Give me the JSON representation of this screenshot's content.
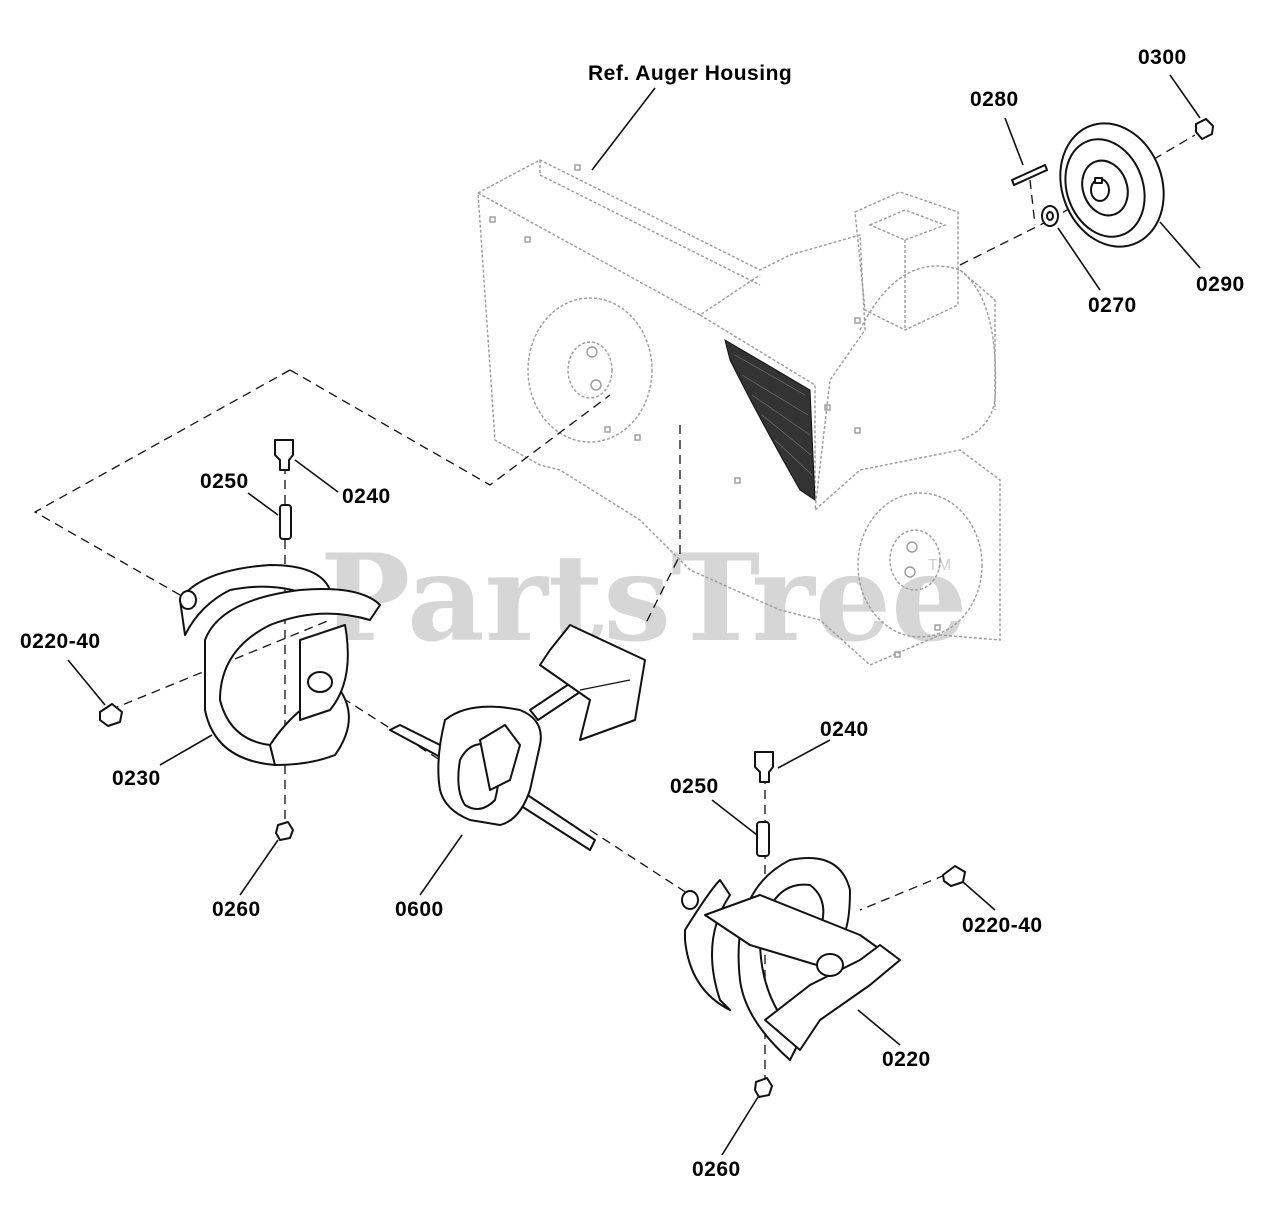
{
  "watermark": {
    "text": "PartsTree",
    "tm": "TM"
  },
  "labels": {
    "ref_auger_housing": "Ref. Auger Housing",
    "p0280": "0280",
    "p0300": "0300",
    "p0270": "0270",
    "p0290": "0290",
    "p0250_left": "0250",
    "p0240_left": "0240",
    "p0220_40_left": "0220-40",
    "p0230": "0230",
    "p0260_left": "0260",
    "p0600": "0600",
    "p0240_right": "0240",
    "p0250_right": "0250",
    "p0220_40_right": "0220-40",
    "p0220": "0220",
    "p0260_right": "0260"
  }
}
